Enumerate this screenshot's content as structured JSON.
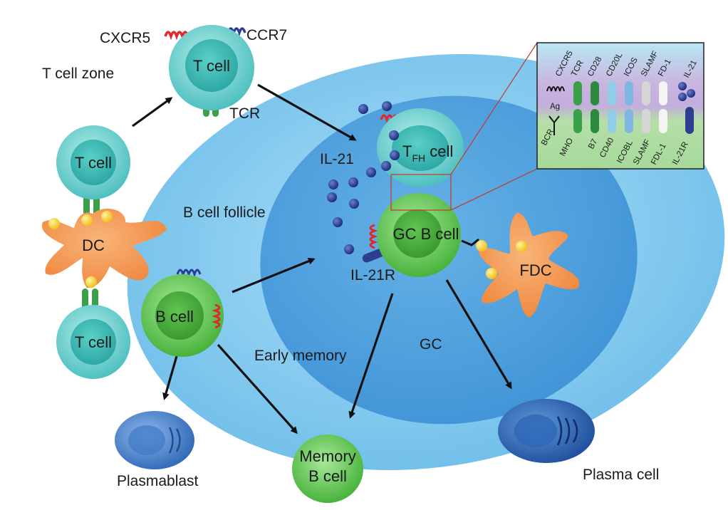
{
  "labels": {
    "t_cell_zone": "T cell zone",
    "b_cell_follicle": "B cell follicle",
    "gc": "GC",
    "early_memory": "Early memory",
    "il21": "IL-21",
    "il21r": "IL-21R",
    "tcr": "TCR",
    "cxcr5": "CXCR5",
    "ccr7": "CCR7",
    "plasmablast": "Plasmablast",
    "plasma_cell": "Plasma cell"
  },
  "cells": {
    "t_cell_top": "T cell",
    "t_cell_mid": "T cell",
    "t_cell_bottom": "T cell",
    "dc": "DC",
    "b_cell": "B cell",
    "tfh_main": "T",
    "tfh_sub": "FH",
    "tfh_suffix": " cell",
    "gc_b_cell": "GC B cell",
    "fdc": "FDC",
    "memory_line1": "Memory",
    "memory_line2": "B cell"
  },
  "inset": {
    "top_labels": [
      "CXCR5",
      "TCR",
      "CD28",
      "CD20L",
      "ICOS",
      "SLAMF",
      "FD-1",
      "IL-21"
    ],
    "bottom_labels": [
      "BCR",
      "MHO",
      "B7",
      "CD40",
      "ICOBL",
      "SLAMF",
      "FDL-1",
      "IL-21R"
    ],
    "ag_label": "Ag"
  },
  "colors": {
    "follicle": "#7ec6ee",
    "gc": "#52a6e2",
    "t_cell": "#7ed6d6",
    "b_cell": "#6fcf5f",
    "dc": "#f2944a",
    "plasma": "#2e6fc0",
    "receptor_red": "#e0282c",
    "receptor_blue": "#2a3f95",
    "tcr_green": "#3aa04a",
    "il21": "#2c3f8e"
  }
}
